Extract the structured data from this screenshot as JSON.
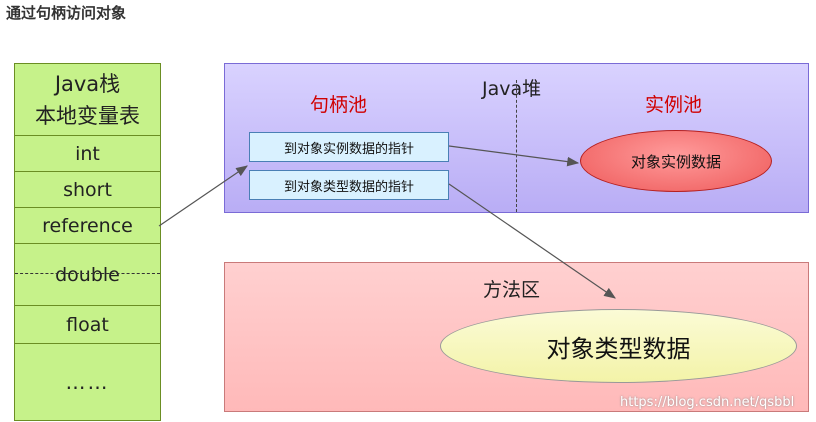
{
  "title": "通过句柄访问对象",
  "stack": {
    "header_line1": "Java栈",
    "header_line2": "本地变量表",
    "items": [
      "int",
      "short",
      "reference",
      "double",
      "float",
      "……"
    ]
  },
  "heap": {
    "handle_pool_label": "句柄池",
    "java_heap_label": "Java堆",
    "instance_pool_label": "实例池",
    "ptr_instance": "到对象实例数据的指针",
    "ptr_type": "到对象类型数据的指针",
    "instance_data": "对象实例数据"
  },
  "method_area": {
    "label": "方法区",
    "type_data": "对象类型数据"
  },
  "watermark": "https://blog.csdn.net/qsbbl",
  "colors": {
    "stack_fill": "#c6f28a",
    "pool_fill": "#c4b8f8",
    "method_fill": "#ffc4c4",
    "ptr_fill": "#d9f1ff",
    "instance_fill": "#f27272",
    "type_fill": "#f6f6b4",
    "pool_label": "#d00000"
  }
}
